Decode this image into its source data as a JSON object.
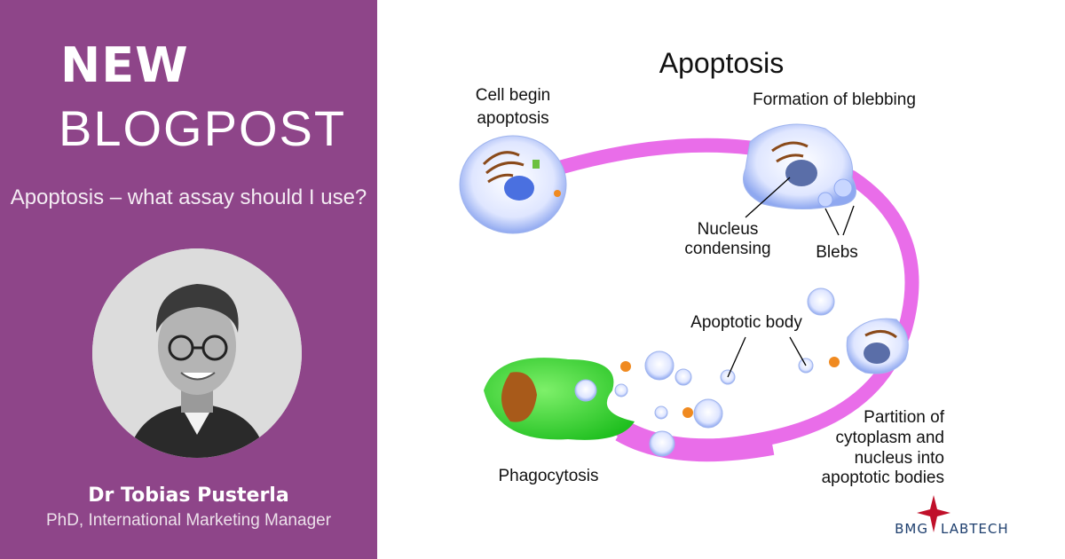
{
  "left_panel": {
    "headline_1": "NEW",
    "headline_2": "BLOGPOST",
    "subtitle": "Apoptosis – what assay should I use?",
    "author_name": "Dr Tobias Pusterla",
    "author_role": "PhD, International Marketing Manager",
    "background_color": "#8e4589"
  },
  "diagram": {
    "title": "Apoptosis",
    "labels": {
      "cell_begin_1": "Cell begin",
      "cell_begin_2": "apoptosis",
      "blebbing": "Formation of blebbing",
      "nucleus_1": "Nucleus",
      "nucleus_2": "condensing",
      "blebs": "Blebs",
      "apoptotic_body": "Apoptotic body",
      "partition_1": "Partition of",
      "partition_2": "cytoplasm and",
      "partition_3": "nucleus into",
      "partition_4": "apoptotic bodies",
      "phagocytosis": "Phagocytosis"
    },
    "ring_color": "#e96de9"
  },
  "logo": {
    "text_left": "BMG",
    "text_right": "LABTECH",
    "color": "#1e3f6e",
    "star_color": "#c0102a"
  }
}
